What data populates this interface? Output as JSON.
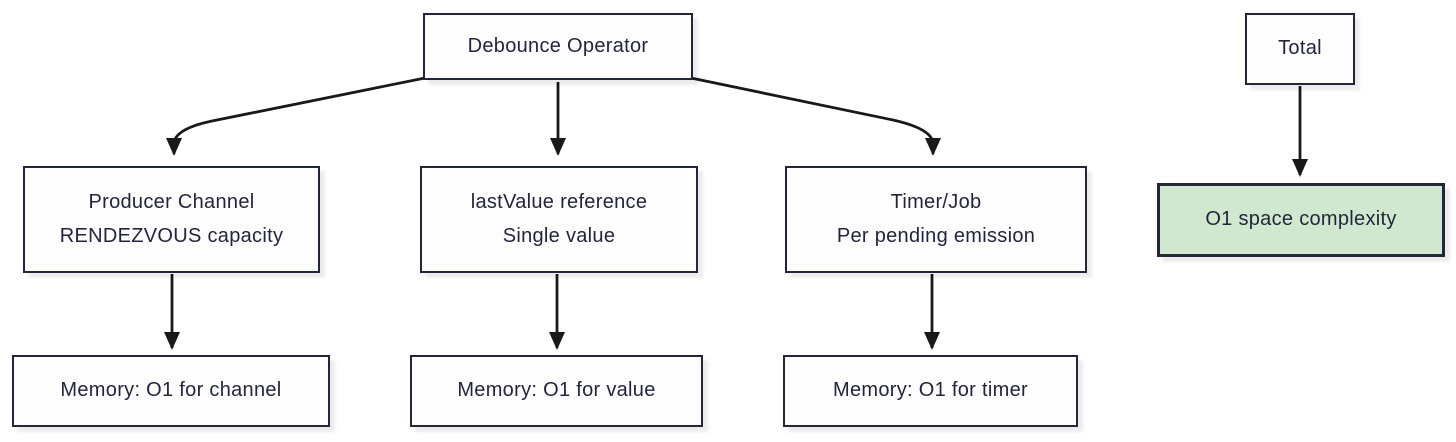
{
  "diagram": {
    "root": {
      "label": "Debounce Operator"
    },
    "branches": [
      {
        "component_line1": "Producer Channel",
        "component_line2": "RENDEZVOUS capacity",
        "memory": "Memory: O1 for channel"
      },
      {
        "component_line1": "lastValue reference",
        "component_line2": "Single value",
        "memory": "Memory: O1 for value"
      },
      {
        "component_line1": "Timer/Job",
        "component_line2": "Per pending emission",
        "memory": "Memory: O1 for timer"
      }
    ],
    "summary": {
      "label": "Total",
      "result": "O1 space complexity"
    },
    "colors": {
      "node_border": "#23263b",
      "node_fill": "#fdfdfd",
      "text": "#23263b",
      "result_fill": "#d0e8d0",
      "arrow": "#191919",
      "background": "#ffffff"
    }
  }
}
